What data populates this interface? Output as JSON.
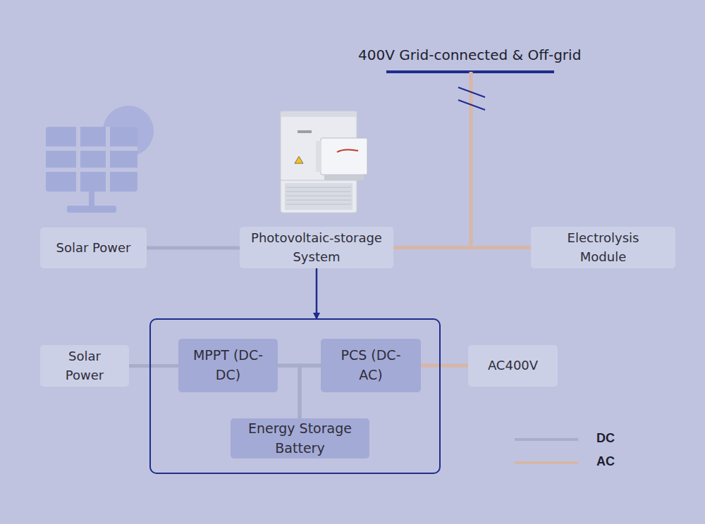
{
  "diagram": {
    "nodes": [
      {
        "text": [
          "Solar Power"
        ]
      },
      {
        "text": [
          "Photovoltaic-storage System"
        ]
      },
      {
        "text": [
          "Electrolysis Module"
        ]
      },
      {
        "text": []
      },
      {
        "text": [
          "Solar Power"
        ]
      },
      {
        "text": [
          "MPPT (DC-DC)"
        ],
        "in": 3
      },
      {
        "text": [
          "PCS (DC-AC)"
        ],
        "in": 3
      },
      {
        "text": [
          "Energy Storage Battery"
        ],
        "in": 3
      },
      {
        "text": [
          "AC400V"
        ]
      }
    ],
    "edges": [
      {
        "from": 0,
        "to": 1,
        "arrow": "none"
      },
      {
        "from": 1,
        "to": 2,
        "arrow": "none"
      },
      {
        "from": 1,
        "to": 3,
        "arrow": "to"
      },
      {
        "from": 4,
        "to": 5,
        "arrow": "none"
      },
      {
        "from": 5,
        "to": 6,
        "arrow": "none"
      },
      {
        "from": 5,
        "to": 7,
        "arrow": "none"
      },
      {
        "from": 6,
        "to": 7,
        "arrow": "none"
      },
      {
        "from": 6,
        "to": 8,
        "arrow": "none"
      }
    ],
    "labels": [
      "400V Grid-connected & Off-grid"
    ],
    "legend": [
      {
        "text": "DC"
      },
      {
        "text": "AC"
      }
    ]
  }
}
